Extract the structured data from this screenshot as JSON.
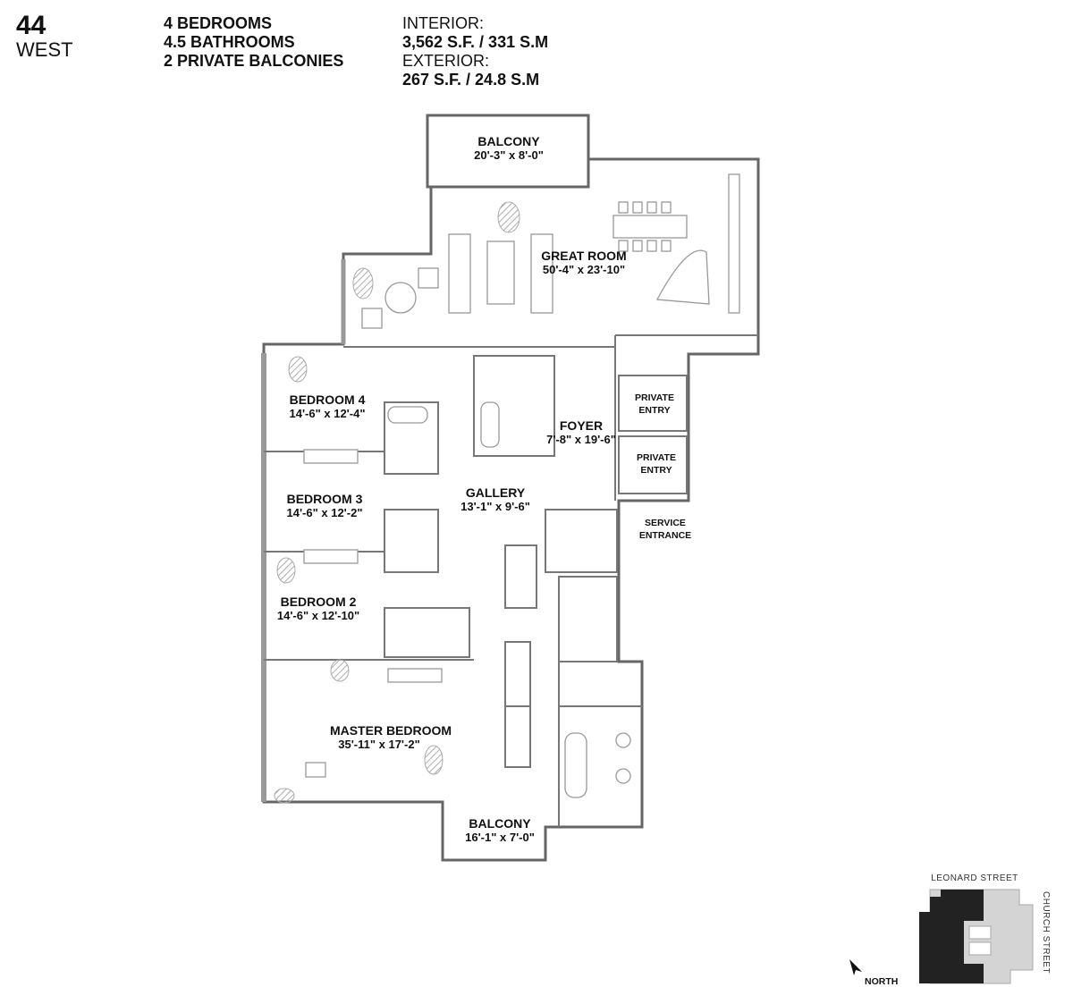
{
  "unit": {
    "number": "44",
    "name": "WEST"
  },
  "features": [
    "4 BEDROOMS",
    "4.5 BATHROOMS",
    "2 PRIVATE BALCONIES"
  ],
  "area": {
    "interior_label": "INTERIOR:",
    "interior_value": "3,562 S.F. / 331 S.M",
    "exterior_label": "EXTERIOR:",
    "exterior_value": "267 S.F. / 24.8 S.M"
  },
  "rooms": {
    "balcony_top": {
      "name": "BALCONY",
      "dims": "20'-3\" x 8'-0\""
    },
    "great_room": {
      "name": "GREAT ROOM",
      "dims": "50'-4\" x 23'-10\""
    },
    "bedroom4": {
      "name": "BEDROOM 4",
      "dims": "14'-6\" x 12'-4\""
    },
    "foyer": {
      "name": "FOYER",
      "dims": "7'-8\" x 19'-6\""
    },
    "private_entry_1": {
      "line1": "PRIVATE",
      "line2": "ENTRY"
    },
    "private_entry_2": {
      "line1": "PRIVATE",
      "line2": "ENTRY"
    },
    "bedroom3": {
      "name": "BEDROOM 3",
      "dims": "14'-6\" x 12'-2\""
    },
    "gallery": {
      "name": "GALLERY",
      "dims": "13'-1\" x 9'-6\""
    },
    "service_entrance": {
      "line1": "SERVICE",
      "line2": "ENTRANCE"
    },
    "bedroom2": {
      "name": "BEDROOM 2",
      "dims": "14'-6\" x 12'-10\""
    },
    "master_bedroom": {
      "name": "MASTER BEDROOM",
      "dims": "35'-11\" x 17'-2\""
    },
    "balcony_bottom": {
      "name": "BALCONY",
      "dims": "16'-1\" x 7'-0\""
    }
  },
  "key_plan": {
    "street_top": "LEONARD STREET",
    "street_right": "CHURCH STREET",
    "north_label": "NORTH"
  },
  "colors": {
    "wall": "#666666",
    "hatch": "#bbbbbb",
    "unit_fill": "#222222",
    "building_fill": "#d4d4d4"
  }
}
